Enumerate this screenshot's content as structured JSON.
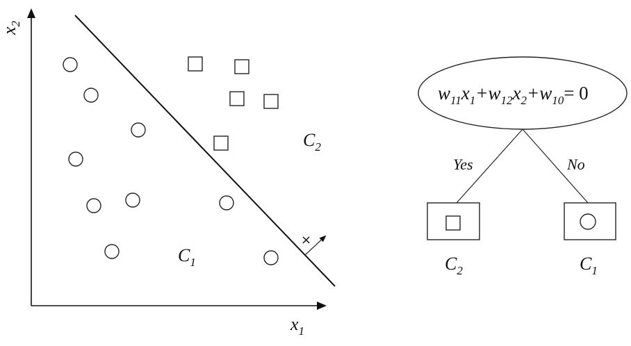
{
  "scatter": {
    "x_axis_label": {
      "base": "x",
      "sub": "1"
    },
    "y_axis_label": {
      "base": "x",
      "sub": "2"
    },
    "class_labels": {
      "c1": {
        "base": "C",
        "sub": "1"
      },
      "c2": {
        "base": "C",
        "sub": "2"
      }
    },
    "normal_marker": "×"
  },
  "tree": {
    "equation": [
      {
        "base": "w",
        "sub": "11"
      },
      {
        "base": "x",
        "sub": "1"
      },
      {
        "base": "+w",
        "sub": "12"
      },
      {
        "base": "x",
        "sub": "2"
      },
      {
        "base": "+w",
        "sub": "10"
      },
      {
        "base": "= 0",
        "sub": ""
      }
    ],
    "yes_label": "Yes",
    "no_label": "No",
    "leaf_left": {
      "base": "C",
      "sub": "2"
    },
    "leaf_right": {
      "base": "C",
      "sub": "1"
    }
  }
}
